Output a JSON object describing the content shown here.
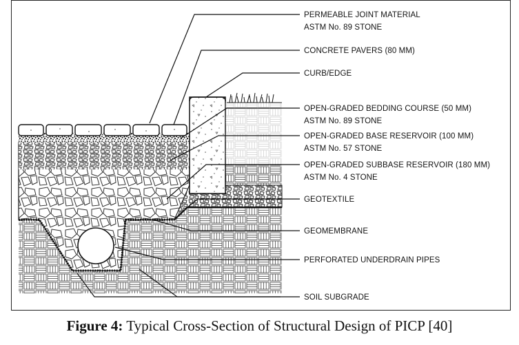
{
  "labels": {
    "permeable_joint": [
      "PERMEABLE JOINT MATERIAL",
      "ASTM No. 89 STONE"
    ],
    "concrete_pavers": [
      "CONCRETE PAVERS (80 MM)"
    ],
    "curb": [
      "CURB/EDGE"
    ],
    "bedding": [
      "OPEN-GRADED BEDDING COURSE (50 MM)",
      "ASTM No. 89 STONE"
    ],
    "base": [
      "OPEN-GRADED BASE RESERVOIR (100 MM)",
      "ASTM No. 57 STONE"
    ],
    "subbase": [
      "OPEN-GRADED SUBBASE RESERVOIR (180 MM)",
      "ASTM No. 4 STONE"
    ],
    "geotextile": [
      "GEOTEXTILE"
    ],
    "geomembrane": [
      "GEOMEMBRANE"
    ],
    "underdrain": [
      "PERFORATED UNDERDRAIN PIPES"
    ],
    "subgrade": [
      "SOIL SUBGRADE"
    ]
  },
  "caption": {
    "label": "Figure 4:",
    "text": " Typical Cross-Section of Structural Design of PICP [40]"
  }
}
